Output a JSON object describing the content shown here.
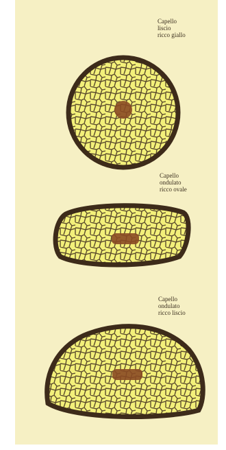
{
  "figure": {
    "labels": [
      {
        "lines": [
          "Capello",
          "liscio",
          "ricco giallo"
        ]
      },
      {
        "lines": [
          "Capello",
          "ondulato",
          "ricco ovale"
        ]
      },
      {
        "lines": [
          "Capello",
          "ondulato",
          "ricco liscio"
        ]
      }
    ],
    "sections": [
      {
        "name": "round-hair-cross-section",
        "shape": "circle",
        "medulla": "round"
      },
      {
        "name": "oval-hair-cross-section",
        "shape": "flattened-oval",
        "medulla": "elongated"
      },
      {
        "name": "kidney-hair-cross-section",
        "shape": "half-dome",
        "medulla": "elongated"
      }
    ],
    "colors": {
      "background": "#f6f0c4",
      "cuticle": "#3d2b1a",
      "cortex-cell": "#f3f07a",
      "cell-border": "#5a4a2c",
      "medulla": "#8a4a24"
    }
  }
}
